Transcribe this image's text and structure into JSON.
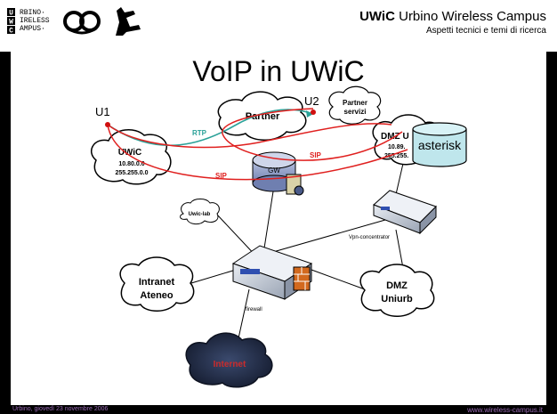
{
  "header": {
    "brand_bold": "UWiC",
    "brand_rest": "Urbino Wireless Campus",
    "subtitle": "Aspetti tecnici e temi di ricerca",
    "logo_lines": "RBINO·\nIRELESS\nAMPUS·",
    "logo_letters": [
      "U",
      "W",
      "C"
    ]
  },
  "title": "VoIP in UWiC",
  "footer": {
    "left": "Urbino, giovedì 23 novembre 2006",
    "right": "www.wireless-campus.it"
  },
  "diagram": {
    "users": {
      "u1": "U1",
      "u2": "U2"
    },
    "clouds": {
      "partner": "Partner",
      "partner_servizi": [
        "Partner",
        "servizi"
      ],
      "uwic": [
        "UWiC",
        "10.80.0.0",
        "255.255.0.0"
      ],
      "dmz_u": [
        "DMZ U",
        "10.89.",
        "255.255."
      ],
      "uwic_lab": "Uwic-lab",
      "intranet": [
        "Intranet",
        "Ateneo"
      ],
      "dmz_uniurb": [
        "DMZ",
        "Uniurb"
      ],
      "internet": "Internet"
    },
    "devices": {
      "gw": "GW",
      "vpn": "Vpn-concentrator",
      "firewall": "firewall",
      "asterisk": "asterisk"
    },
    "links": {
      "rtp": "RTP",
      "sip_upper": "SIP",
      "sip_lower": "SIP"
    },
    "colors": {
      "rtp": "#2aa198",
      "sip": "#e0201f",
      "user_dot": "#d01010",
      "footer_text": "#9a6bb5",
      "internet_cloud": "#1f2b45",
      "asterisk_fill": "#bfe6ec"
    }
  }
}
